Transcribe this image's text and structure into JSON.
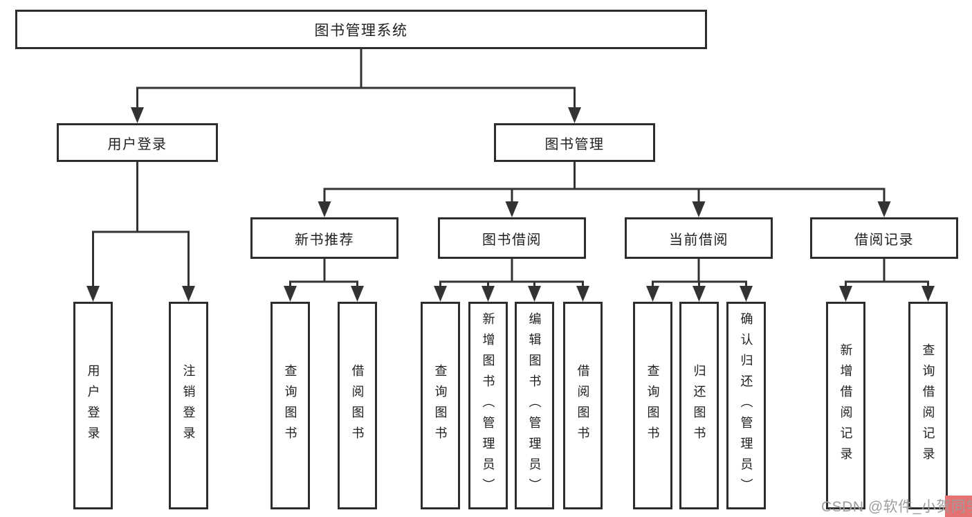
{
  "nodes": {
    "root": "图书管理系统",
    "user_login": "用户登录",
    "book_management": "图书管理",
    "new_book_recommend": "新书推荐",
    "book_borrow": "图书借阅",
    "current_borrow": "当前借阅",
    "borrow_record": "借阅记录",
    "leaf_user_login": "用户登录",
    "leaf_logout": "注销登录",
    "leaf_rec_query_book": "查询图书",
    "leaf_rec_borrow_book": "借阅图书",
    "leaf_bb_query_book": "查询图书",
    "leaf_bb_add_book": "新增图书（管理员）",
    "leaf_bb_edit_book": "编辑图书（管理员）",
    "leaf_bb_borrow_book": "借阅图书",
    "leaf_cb_query_book": "查询图书",
    "leaf_cb_return_book": "归还图书",
    "leaf_cb_confirm_return": "确认归还（管理员）",
    "leaf_br_add_record": "新增借阅记录",
    "leaf_br_query_record": "查询借阅记录"
  },
  "watermark": "CSDN @软件_小贺同学",
  "colors": {
    "line": "#333333",
    "box_border": "#2d2d2d",
    "box_fill": "#ffffff",
    "text": "#1f1f1f",
    "watermark_text": "#9d9d9d",
    "watermark_accent": "#e47272",
    "background": "#ffffff"
  }
}
